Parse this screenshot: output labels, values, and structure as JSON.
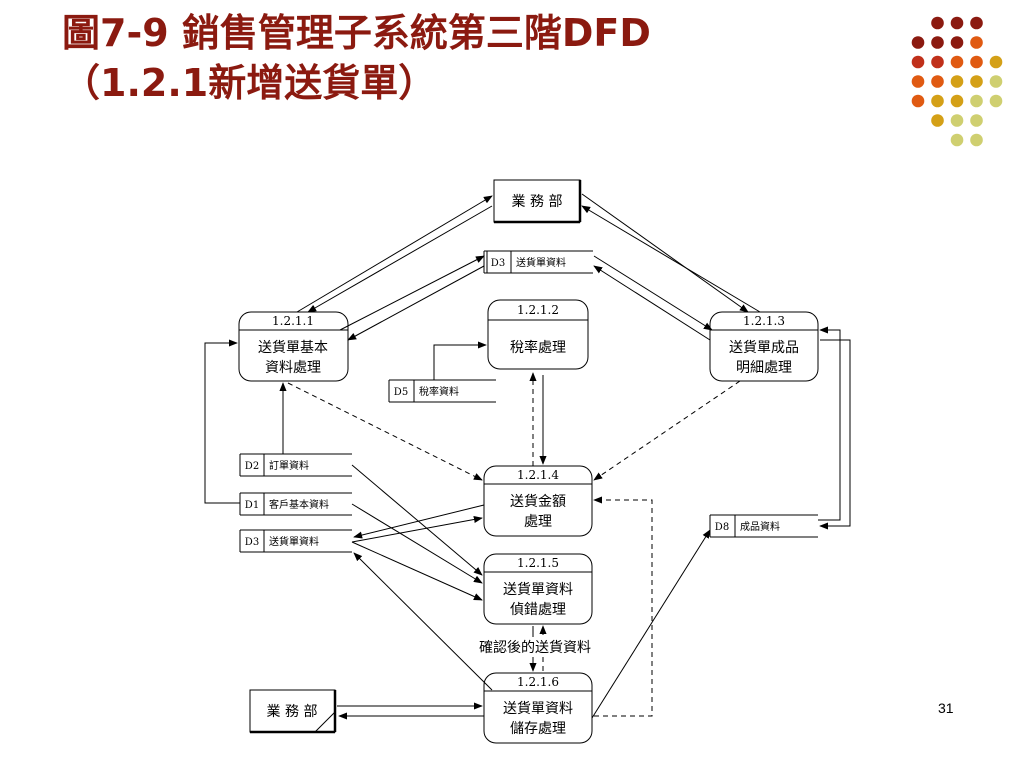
{
  "slide": {
    "title_line1": "圖7-9 銷售管理子系統第三階DFD",
    "title_line2": "（1.2.1新增送貨單）",
    "page_number": "31"
  },
  "colors": {
    "title": "#8b1a10",
    "dot_dark_red": "#8b1a10",
    "dot_red": "#c0301a",
    "dot_orange": "#e05a12",
    "dot_gold": "#d4a017",
    "dot_olive": "#cfcf70"
  },
  "diagram": {
    "external_entities": {
      "sales_dept_top": "業 務 部",
      "sales_dept_bottom": "業 務 部"
    },
    "processes": {
      "p1": {
        "id": "1.2.1.1",
        "line1": "送貨單基本",
        "line2": "資料處理"
      },
      "p2": {
        "id": "1.2.1.2",
        "line1": "稅率處理",
        "line2": ""
      },
      "p3": {
        "id": "1.2.1.3",
        "line1": "送貨單成品",
        "line2": "明細處理"
      },
      "p4": {
        "id": "1.2.1.4",
        "line1": "送貨金額",
        "line2": "處理"
      },
      "p5": {
        "id": "1.2.1.5",
        "line1": "送貨單資料",
        "line2": "偵錯處理"
      },
      "p6": {
        "id": "1.2.1.6",
        "line1": "送貨單資料",
        "line2": "儲存處理"
      }
    },
    "data_stores": {
      "d3_top": {
        "id": "D3",
        "name": "送貨單資料"
      },
      "d5": {
        "id": "D5",
        "name": "稅率資料"
      },
      "d2": {
        "id": "D2",
        "name": "訂單資料"
      },
      "d1": {
        "id": "D1",
        "name": "客戶基本資料"
      },
      "d3_bottom": {
        "id": "D3",
        "name": "送貨單資料"
      },
      "d8": {
        "id": "D8",
        "name": "成品資料"
      }
    },
    "flow_labels": {
      "confirmed": "確認後的送貨資料"
    }
  }
}
